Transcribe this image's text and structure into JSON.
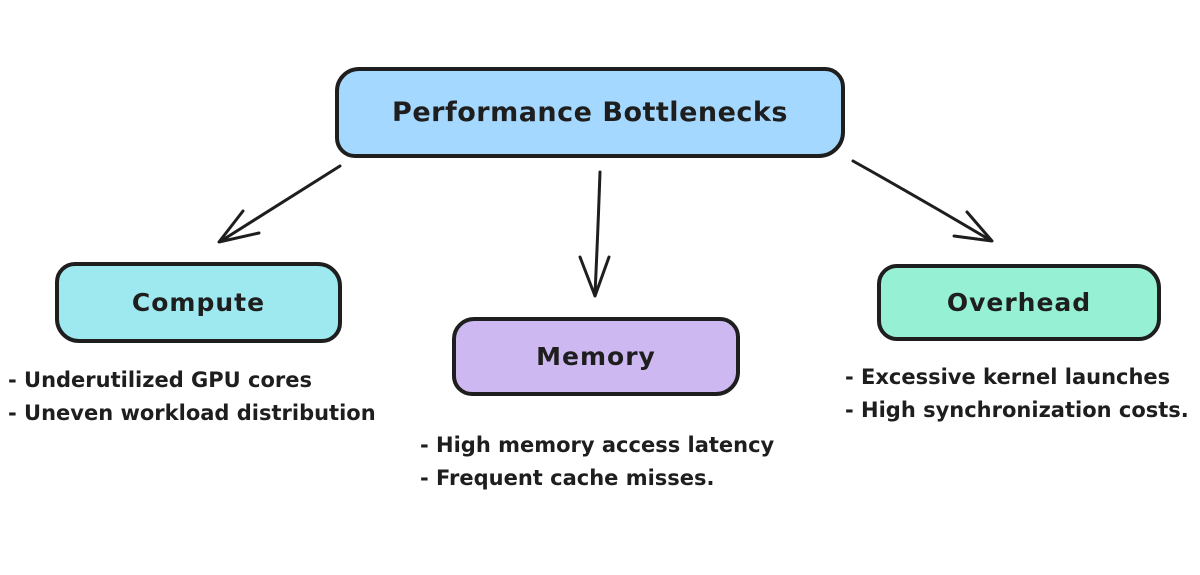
{
  "colors": {
    "background": "#ffffff",
    "stroke": "#1e1e1e"
  },
  "root": {
    "label": "Performance Bottlenecks",
    "fill": "#a5d8ff"
  },
  "branches": [
    {
      "label": "Compute",
      "fill": "#9ee9f0",
      "bullets": [
        "- Underutilized GPU cores",
        "- Uneven workload distribution"
      ]
    },
    {
      "label": "Memory",
      "fill": "#cdb8f2",
      "bullets": [
        "- High memory access latency",
        "- Frequent cache misses."
      ]
    },
    {
      "label": "Overhead",
      "fill": "#96f0d4",
      "bullets": [
        "- Excessive kernel launches",
        "- High synchronization costs."
      ]
    }
  ]
}
